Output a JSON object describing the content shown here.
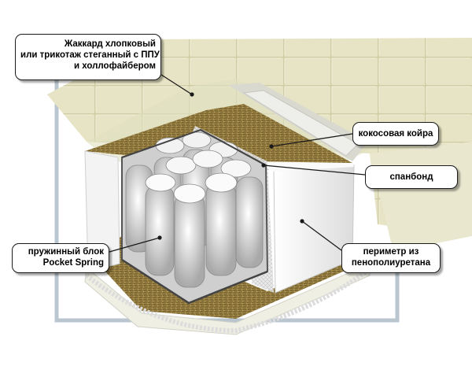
{
  "callouts": {
    "jacquard": {
      "line1": "Жаккард хлопковый",
      "line2": "или трикотаж стеганный с ППУ",
      "line3": "и холлофайбером"
    },
    "coir": {
      "text": "кокосовая койра"
    },
    "spunbond": {
      "text": "спанбонд"
    },
    "perimeter": {
      "line1": "периметр из",
      "line2": "пенополиуретана"
    },
    "spring_block": {
      "line1": "пружинный блок",
      "line2": "Pocket Spring"
    }
  },
  "colors": {
    "frame": "#b9c6cf",
    "fabric_top": "#e3e1c0",
    "fabric_side": "#f2f2f2",
    "coir": "#6e5c2c",
    "foam": "#f4f4f4",
    "spring": "#d9d9d9",
    "outline": "#1a1a1a"
  }
}
